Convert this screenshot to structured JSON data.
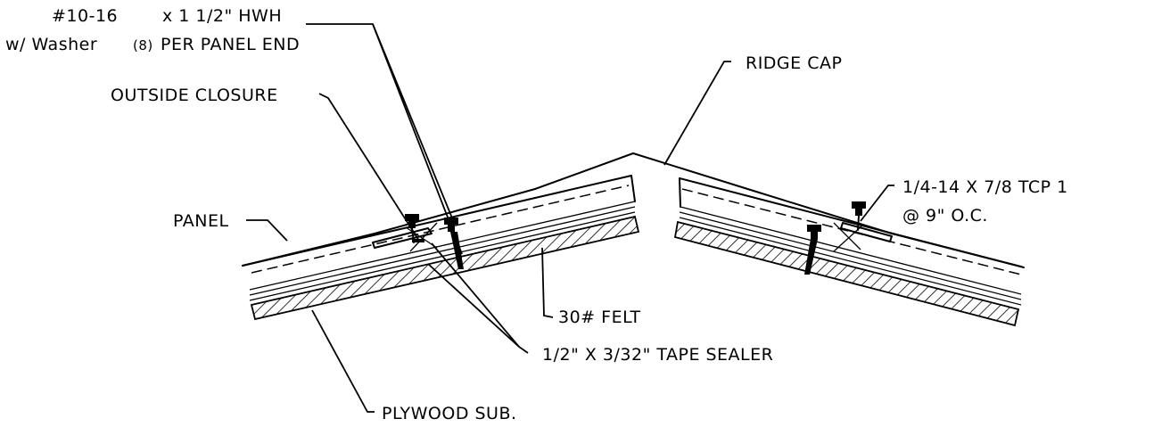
{
  "labels": {
    "screw_line1_a": "#10-16",
    "screw_line1_b": "x 1 1/2\" HWH",
    "screw_line2_a": "w/ Washer",
    "screw_line2_b": "(8)",
    "screw_line2_c": "PER PANEL END",
    "ridge_cap": "RIDGE CAP",
    "outside_closure": "OUTSIDE CLOSURE",
    "tcp_line1": "1/4-14 X 7/8 TCP 1",
    "tcp_line2": "@ 9\" O.C.",
    "panel": "PANEL",
    "felt": "30# FELT",
    "tape_sealer": "1/2\" X 3/32\" TAPE SEALER",
    "plywood": "PLYWOOD SUB."
  },
  "colors": {
    "ink": "#000000",
    "paper": "#ffffff"
  }
}
